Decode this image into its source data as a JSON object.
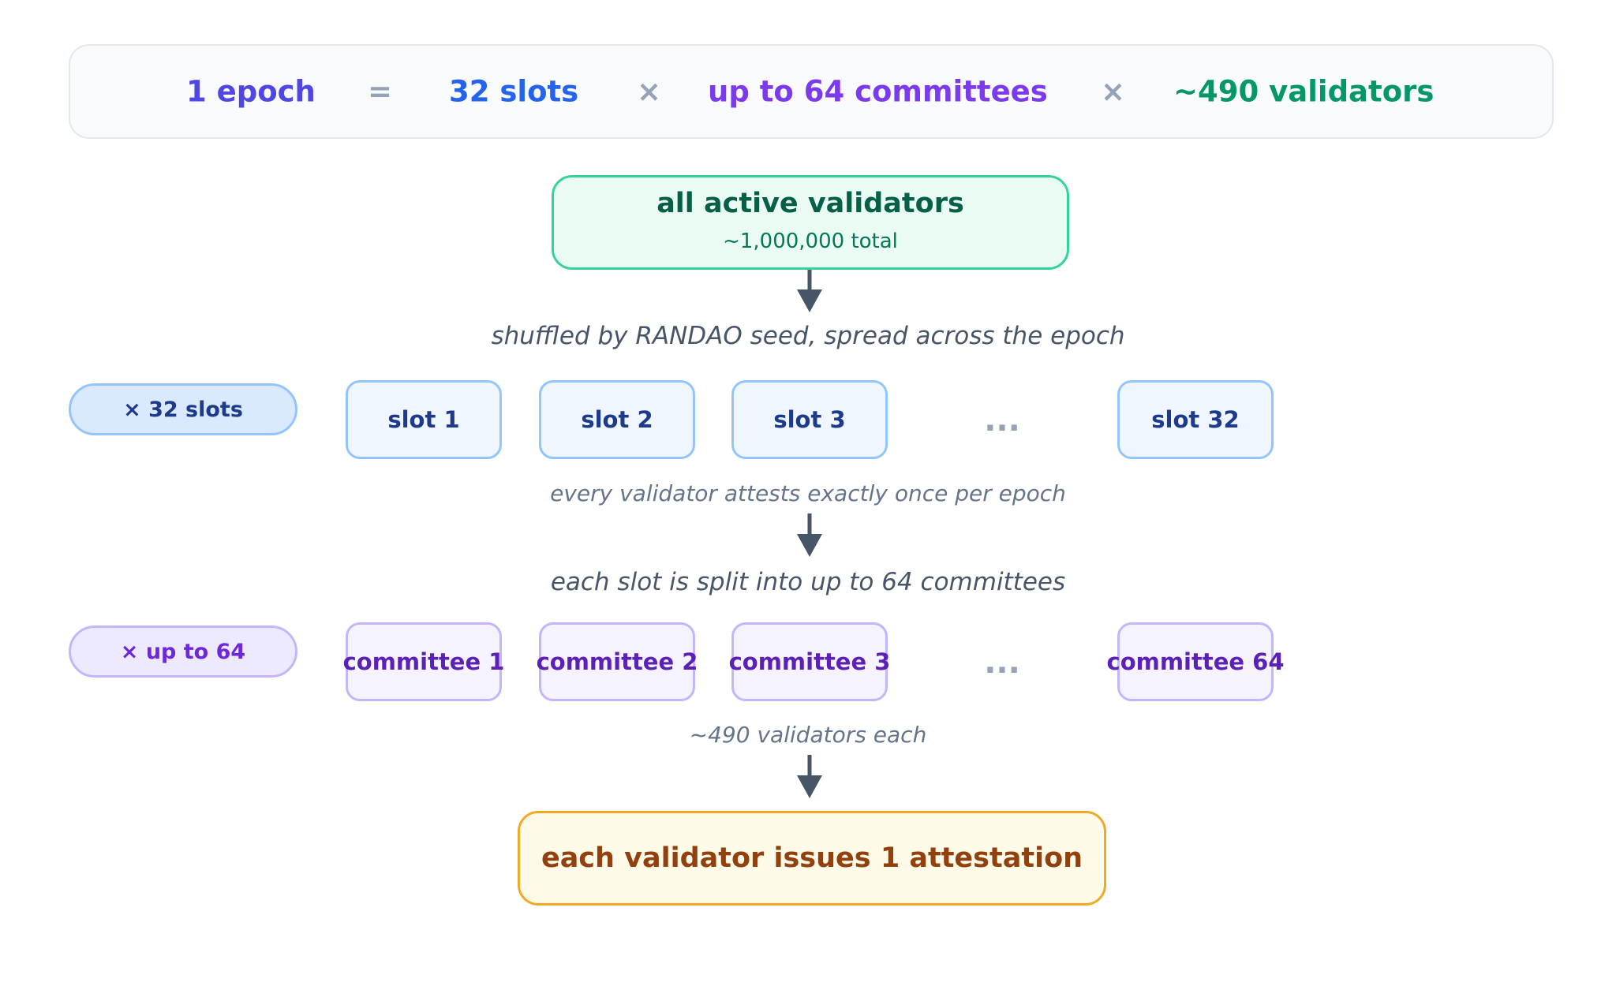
{
  "equation": {
    "epoch": "1 epoch",
    "equals": "=",
    "slots": "32 slots",
    "times1": "×",
    "committees": "up to 64 committees",
    "times2": "×",
    "validators": "~490 validators"
  },
  "top_node": {
    "title": "all active validators",
    "subtitle": "~1,000,000 total"
  },
  "captions": {
    "shuffle": "shuffled by RANDAO seed, spread across the epoch",
    "attest_once": "every validator attests exactly once per epoch",
    "split": "each slot is split into up to 64 committees",
    "per_committee": "~490 validators each"
  },
  "slots_row": {
    "pill": "× 32 slots",
    "items": [
      "slot 1",
      "slot 2",
      "slot 3",
      "slot 32"
    ],
    "ellipsis": "..."
  },
  "committees_row": {
    "pill": "× up to 64",
    "items": [
      "committee 1",
      "committee 2",
      "committee 3",
      "committee 64"
    ],
    "ellipsis": "..."
  },
  "bottom_node": {
    "label": "each validator issues 1 attestation"
  },
  "colors": {
    "arrow": "#475569",
    "epoch": "#4f46e5",
    "slots": "#2563eb",
    "committees": "#7c3aed",
    "validators": "#059669"
  }
}
